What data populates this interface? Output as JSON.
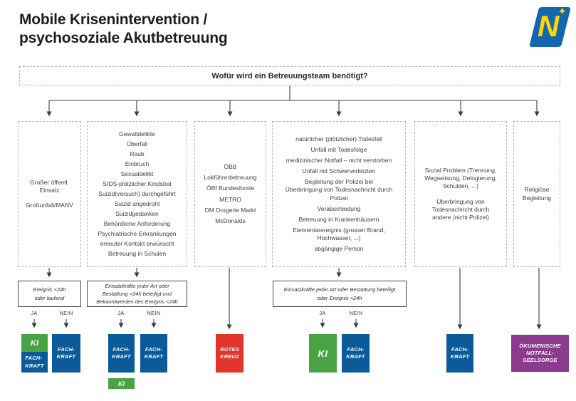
{
  "header": {
    "title_line1": "Mobile Krisenintervention /",
    "title_line2": "psychosoziale Akutbetreuung"
  },
  "logo": {
    "letter": "N",
    "star": "✦"
  },
  "question": "Wofür wird ein Betreuungsteam benötigt?",
  "columns": [
    [
      "Großer öffentl.\nEinsatz",
      "Großunfall/MANV"
    ],
    [
      "Gewaltdelikte",
      "Überfall",
      "Raub",
      "Einbruch",
      "Sexualdelikt",
      "SIDS-plötzlicher Kindstod",
      "Suizid(versuch) durchgeführt",
      "Suizid angedroht",
      "Suizidgedanken",
      "Behördliche Anforderung",
      "Psychiatrische Erkrankungen",
      "erneuter Kontakt erwünscht",
      "Betreuung in Schulen"
    ],
    [
      "ÖBB",
      "Lokführerbetreuung",
      "ÖBf Bundesforste",
      "METRO",
      "DM Drogerie Markt",
      "McDonalds"
    ],
    [
      "natürlicher (plötzlicher) Todesfall",
      "Unfall mit Todesfolge",
      "medizinischer Notfall – nicht verstorben",
      "Unfall mit Schwerverletzten",
      "Begleitung der Polizei bei\nÜberbringung von Todesnachricht durch\nPolizei",
      "Verabschiedung",
      "Betreuung in Krankenhäusern",
      "Elementarereignis (grosser Brand,\nHochwasser, ...)",
      "abgängige Person"
    ],
    [
      "Sozial Problem (Trennung,\nWegweisung, Delogierung,\nSchulden, ...)",
      "Überbringung von\nTodesnachricht durch\nandere (nicht Polizei)"
    ],
    [
      "Religiöse\nBegleitung"
    ]
  ],
  "conditions": [
    "Ereignis <24h\noder laufend",
    "Einsatzkräfte jeder Art oder\nBestattung <24h beteiligt und\nBekanntwerden des Ereignis <24h",
    "Einsatzkräfte jeder Art oder Bestattung beteiligt\noder Ereignis <24h"
  ],
  "decision": {
    "yes": "JA",
    "no": "NEIN"
  },
  "outcomes": {
    "ki": "KI",
    "fachkraft": "FACH-\nKRAFT",
    "rotes_kreuz": "ROTES\nKREUZ",
    "oekumenische": "ÖKUMENISCHE\nNOTFALL-\nSEELSORGE"
  },
  "colors": {
    "green": "#4aa343",
    "blue": "#0b5a9a",
    "red": "#e2362c",
    "purple": "#8c3a8e",
    "logo_blue": "#1467ae",
    "logo_yellow": "#ffd600"
  }
}
